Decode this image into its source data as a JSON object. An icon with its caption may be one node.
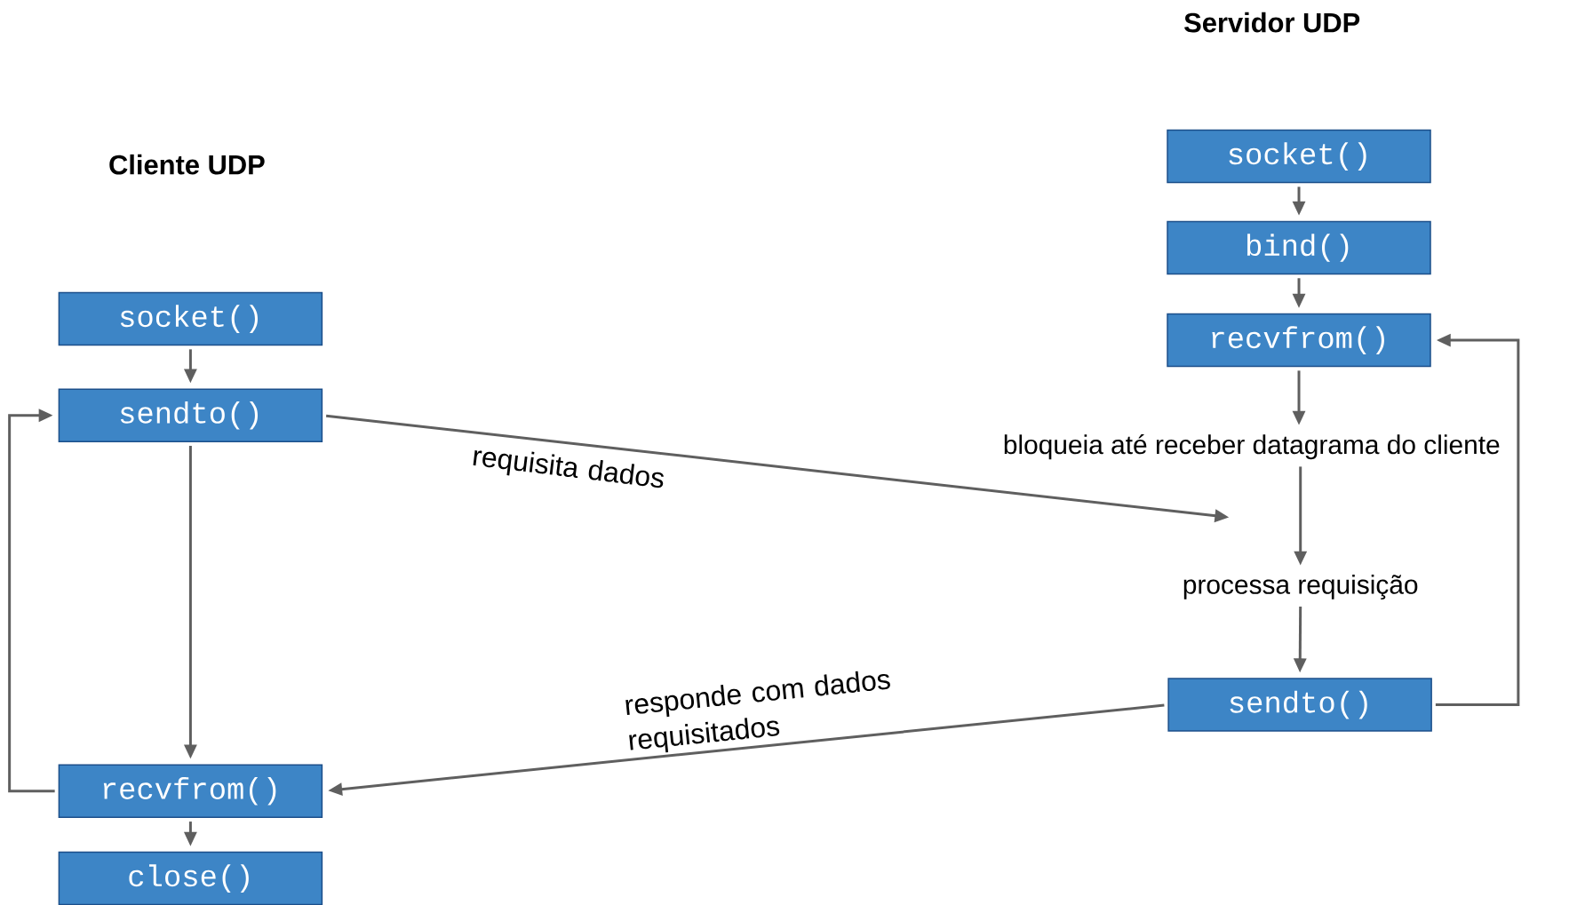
{
  "diagram": {
    "nodes": [
      {
        "text": [
          "socket()"
        ]
      },
      {
        "text": [
          "sendto()"
        ]
      },
      {
        "text": [
          "recvfrom()"
        ]
      },
      {
        "text": [
          "close()"
        ]
      },
      {
        "text": [
          "socket()"
        ]
      },
      {
        "text": [
          "bind()"
        ]
      },
      {
        "text": [
          "recvfrom()"
        ]
      },
      {
        "text": [
          "bloqueia até receber datagrama do cliente"
        ]
      },
      {
        "text": [
          "processa requisição"
        ]
      },
      {
        "text": [
          "sendto()"
        ]
      }
    ],
    "edges": [
      {
        "from": 0,
        "to": 1,
        "arrow": "to"
      },
      {
        "from": 1,
        "to": 2,
        "arrow": "to"
      },
      {
        "from": 2,
        "to": 1,
        "arrow": "to"
      },
      {
        "from": 2,
        "to": 3,
        "arrow": "to"
      },
      {
        "from": 4,
        "to": 5,
        "arrow": "to"
      },
      {
        "from": 5,
        "to": 6,
        "arrow": "to"
      },
      {
        "from": 6,
        "to": 7,
        "arrow": "to"
      },
      {
        "from": 7,
        "to": 8,
        "arrow": "to"
      },
      {
        "from": 8,
        "to": 9,
        "arrow": "to"
      },
      {
        "from": 9,
        "to": 6,
        "arrow": "to"
      },
      {
        "from": 1,
        "to": null,
        "arrow": "to",
        "label": "requisita dados"
      },
      {
        "from": 9,
        "to": 2,
        "arrow": "to",
        "label": "responde com dados requisitados"
      }
    ],
    "labels": [
      "Servidor UDP",
      "Cliente UDP"
    ]
  }
}
